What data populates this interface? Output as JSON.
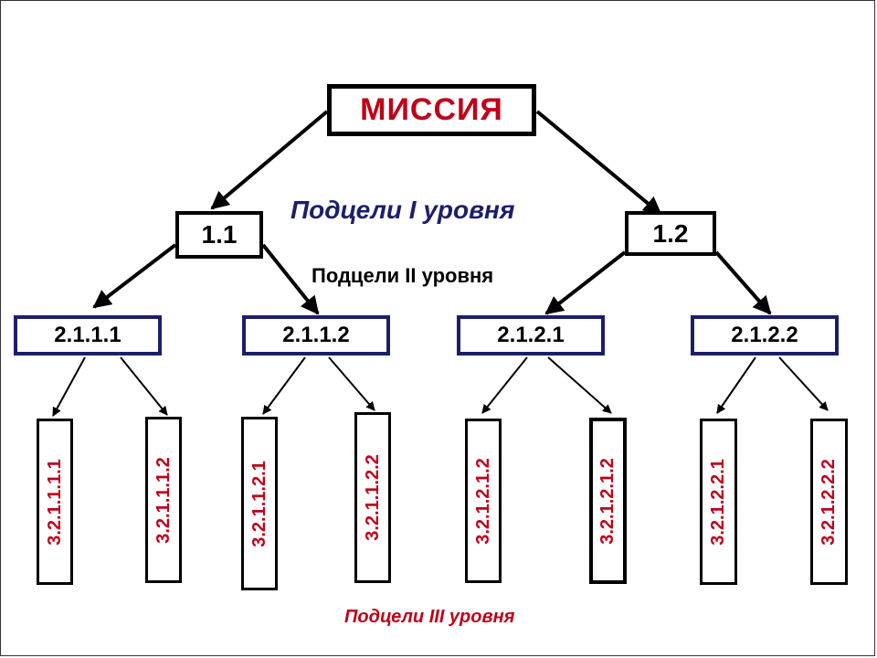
{
  "mission": "МИССИЯ",
  "level1": [
    "1.1",
    "1.2"
  ],
  "level2": [
    "2.1.1.1",
    "2.1.1.2",
    "2.1.2.1",
    "2.1.2.2"
  ],
  "level3": [
    "3.2.1.1.1.1",
    "3.2.1.1.1.2",
    "3.2.1.1.2.1",
    "3.2.1.1.2.2",
    "3.2.1.2.1.2",
    "3.2.1.2.1.2",
    "3.2.1.2.2.1",
    "3.2.1.2.2.2"
  ],
  "captions": {
    "level1": "Подцели I уровня",
    "level2": "Подцели II уровня",
    "level3": "Подцели III уровня"
  },
  "colors": {
    "mission": "#c0001a",
    "level2_border": "#1b1f6b",
    "level3_text": "#c0001a"
  }
}
